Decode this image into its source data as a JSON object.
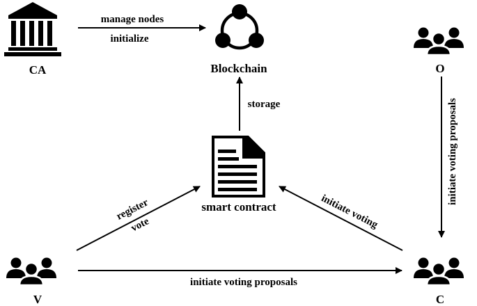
{
  "nodes": {
    "ca": {
      "label": "CA",
      "icon": "bank-building-icon"
    },
    "blockchain": {
      "label": "Blockchain",
      "icon": "network-nodes-icon"
    },
    "o": {
      "label": "O",
      "icon": "user-group-icon"
    },
    "smart_contract": {
      "label": "smart contract",
      "icon": "document-icon"
    },
    "v": {
      "label": "V",
      "icon": "user-group-icon"
    },
    "c": {
      "label": "C",
      "icon": "user-group-icon"
    }
  },
  "edges": {
    "ca_blockchain": {
      "line1": "manage nodes",
      "line2": "initialize"
    },
    "contract_blockchain": {
      "label": "storage"
    },
    "o_c": {
      "label": "initiate voting proposals"
    },
    "v_contract": {
      "line1": "register",
      "line2": "vote"
    },
    "c_contract": {
      "label": "initiate voting"
    },
    "v_c": {
      "label": "initiate voting proposals"
    }
  },
  "colors": {
    "ink": "#000000",
    "background": "#ffffff"
  }
}
